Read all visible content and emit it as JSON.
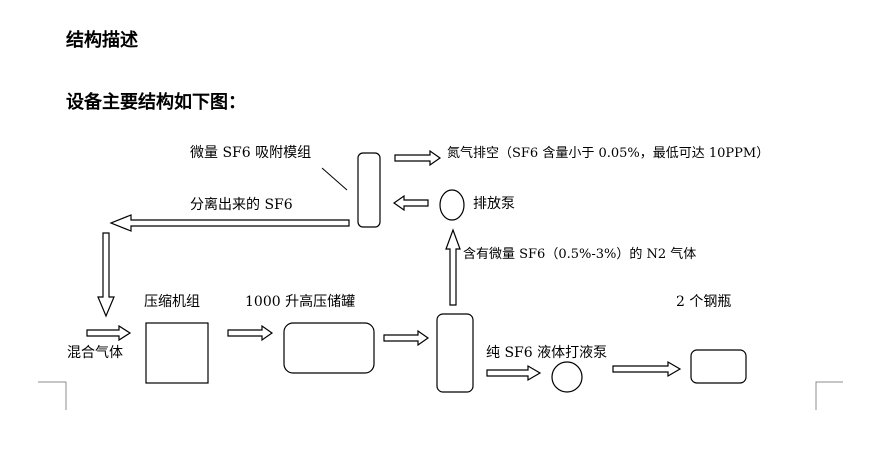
{
  "document": {
    "heading_1": "结构描述",
    "heading_2": "设备主要结构如下图："
  },
  "diagram": {
    "labels": {
      "adsorption_module": "微量 SF6 吸附模组",
      "nitrogen_vent": "氮气排空（SF6 含量小于 0.05%，最低可达 10PPM）",
      "separated_sf6": "分离出来的 SF6",
      "discharge_pump": "排放泵",
      "n2_trace_sf6": "含有微量 SF6（0.5%-3%）的 N2 气体",
      "compressor_unit": "压缩机组",
      "storage_tank": "1000 升高压储罐",
      "two_cylinders": "2 个钢瓶",
      "mixed_gas": "混合气体",
      "liquid_pump": "纯 SF6 液体打液泵"
    }
  }
}
